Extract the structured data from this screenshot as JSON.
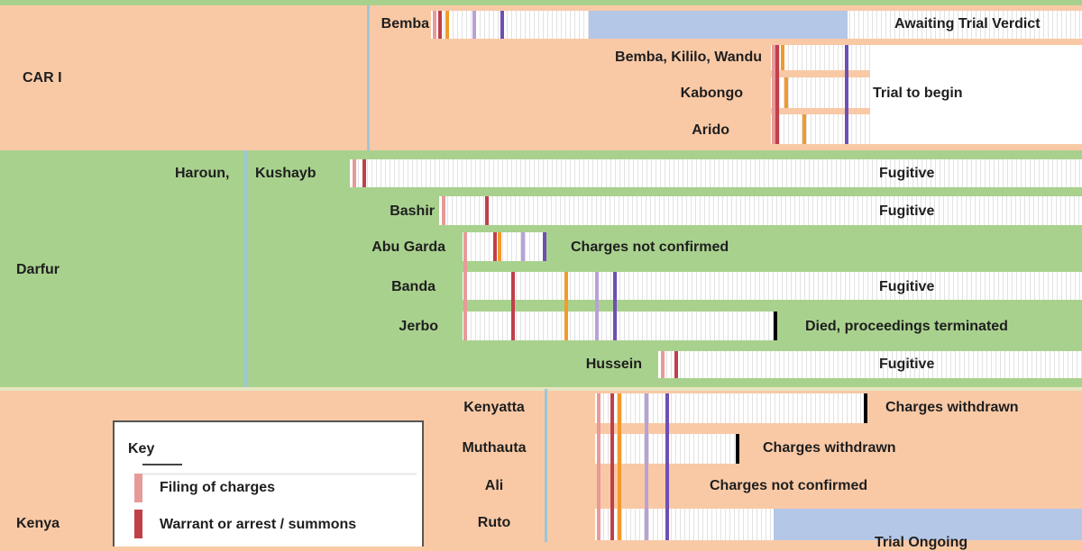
{
  "legend": {
    "title": "Key",
    "items": [
      {
        "label": "Filing of charges",
        "color": "#e79a9a"
      },
      {
        "label": "Warrant or arrest / summons",
        "color": "#c0404a"
      }
    ]
  },
  "event_colors": {
    "filing": "#e79a9a",
    "warrant": "#c0404a",
    "appearance": "#f39a2c",
    "confirmation_hearing": "#b9a1d8",
    "confirmation": "#6e4fb3",
    "termination": "#000000"
  },
  "region_colors": {
    "car": "#f9c9a6",
    "darfur": "#a9d18e",
    "kenya": "#f9c9a6",
    "trial": "#b4c7e7"
  },
  "situations": [
    {
      "name": "CAR I",
      "cases": [
        {
          "name": "Bemba",
          "status": "Awaiting Trial Verdict"
        },
        {
          "name": "Bemba, Kililo, Wandu",
          "status": "Trial to begin"
        },
        {
          "name": "Kabongo"
        },
        {
          "name": "Arido"
        }
      ]
    },
    {
      "name": "Darfur",
      "case_group": "Haroun,",
      "cases": [
        {
          "name": "Kushayb",
          "status": "Fugitive"
        },
        {
          "name": "Bashir",
          "status": "Fugitive"
        },
        {
          "name": "Abu Garda",
          "status": "Charges not confirmed"
        },
        {
          "name": "Banda",
          "status": "Fugitive"
        },
        {
          "name": "Jerbo",
          "status": "Died, proceedings terminated"
        },
        {
          "name": "Hussein",
          "status": "Fugitive"
        }
      ]
    },
    {
      "name": "Kenya",
      "cases": [
        {
          "name": "Kenyatta",
          "status": "Charges withdrawn"
        },
        {
          "name": "Muthauta",
          "status": "Charges withdrawn"
        },
        {
          "name": "Ali",
          "status": "Charges not confirmed"
        },
        {
          "name": "Ruto",
          "status": "Trial Ongoing"
        }
      ]
    }
  ]
}
